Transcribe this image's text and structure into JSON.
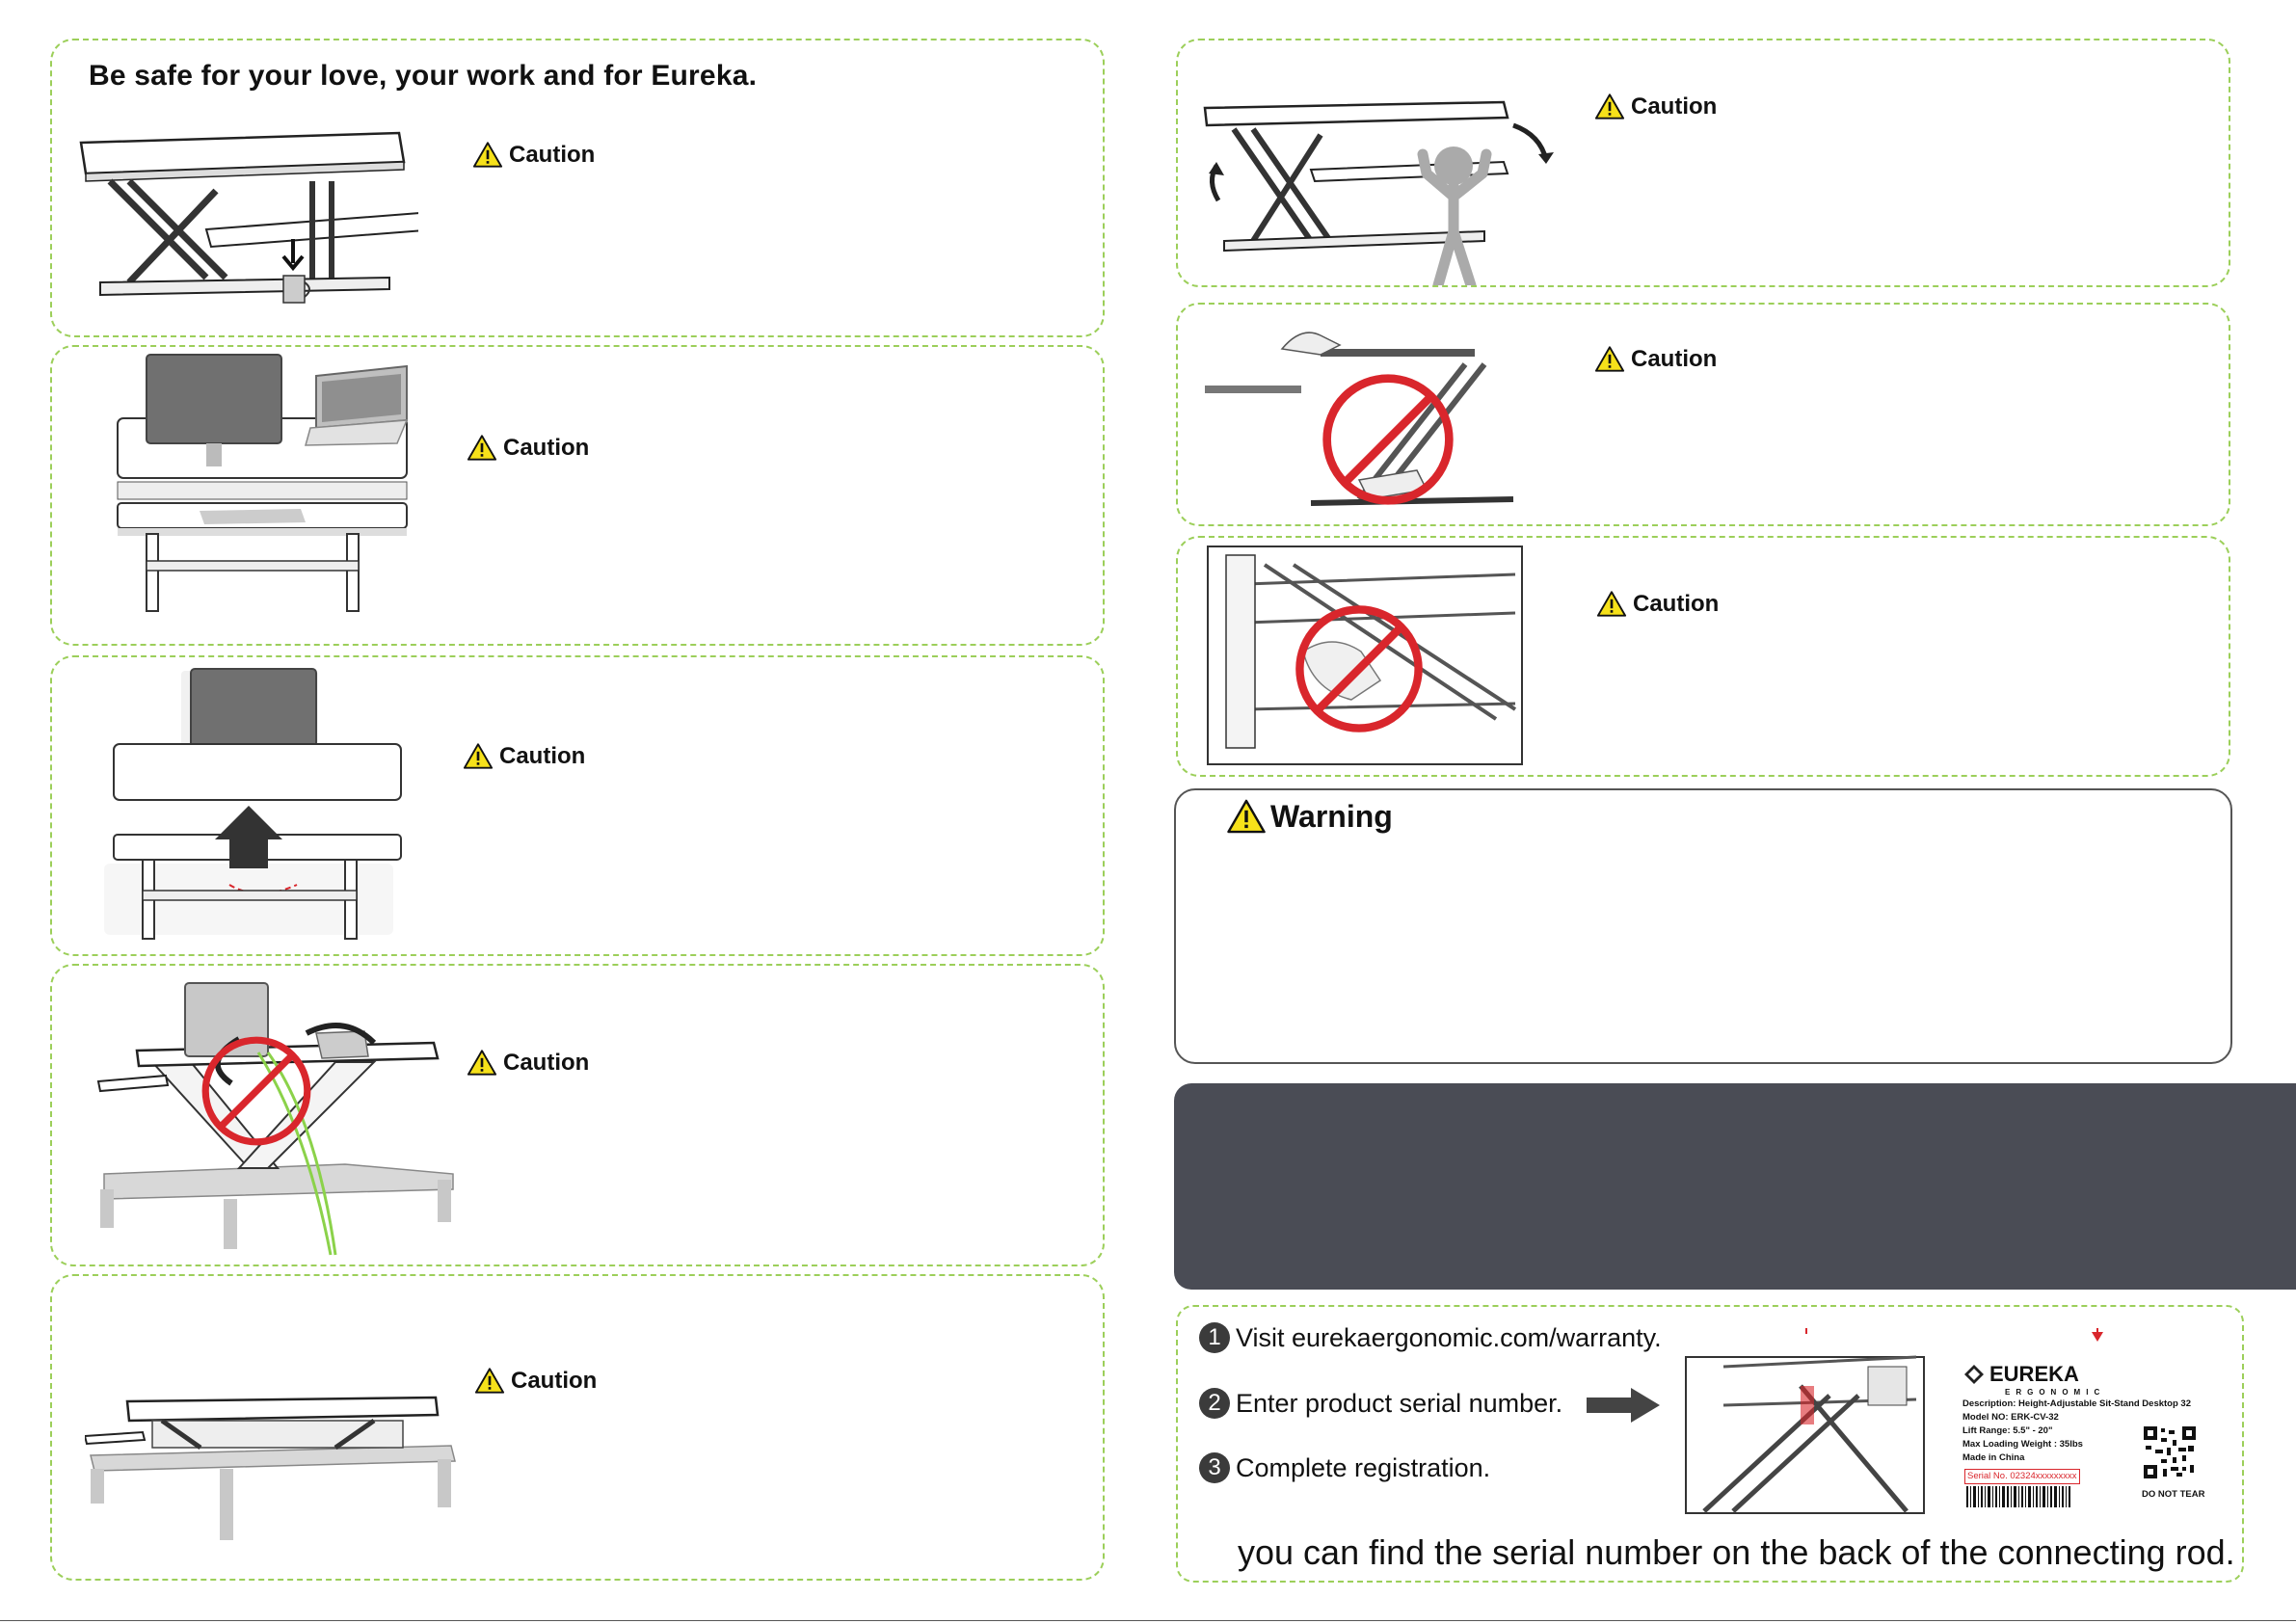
{
  "left": {
    "heading": "Be safe for your love, your work and for Eureka.",
    "cautions": [
      "Caution",
      "Caution",
      "Caution",
      "Caution",
      "Caution"
    ]
  },
  "right": {
    "cautions": [
      "Caution",
      "Caution",
      "Caution"
    ],
    "warning_title": "Warning"
  },
  "registration": {
    "steps": [
      {
        "num": "1",
        "text": "Visit eurekaergonomic.com/warranty."
      },
      {
        "num": "2",
        "text": "Enter product serial number."
      },
      {
        "num": "3",
        "text": "Complete registration."
      }
    ],
    "note": "you can find the serial number on the back of the connecting rod."
  },
  "product_label": {
    "brand": "EUREKA",
    "sub_brand": "ERGONOMIC",
    "description": "Description: Height-Adjustable Sit-Stand Desktop 32",
    "model": "Model NO: ERK-CV-32",
    "lift_range": "Lift Range: 5.5\" - 20\"",
    "max_weight": "Max Loading Weight : 35lbs",
    "origin": "Made in China",
    "serial": "Serial No. 02324xxxxxxxxx",
    "do_not_tear": "DO NOT TEAR"
  },
  "colors": {
    "dashed_border": "#9ccf5a",
    "caution_yellow": "#f6e11a",
    "prohibit_red": "#d9262c",
    "dark_panel": "#4a4c55"
  }
}
